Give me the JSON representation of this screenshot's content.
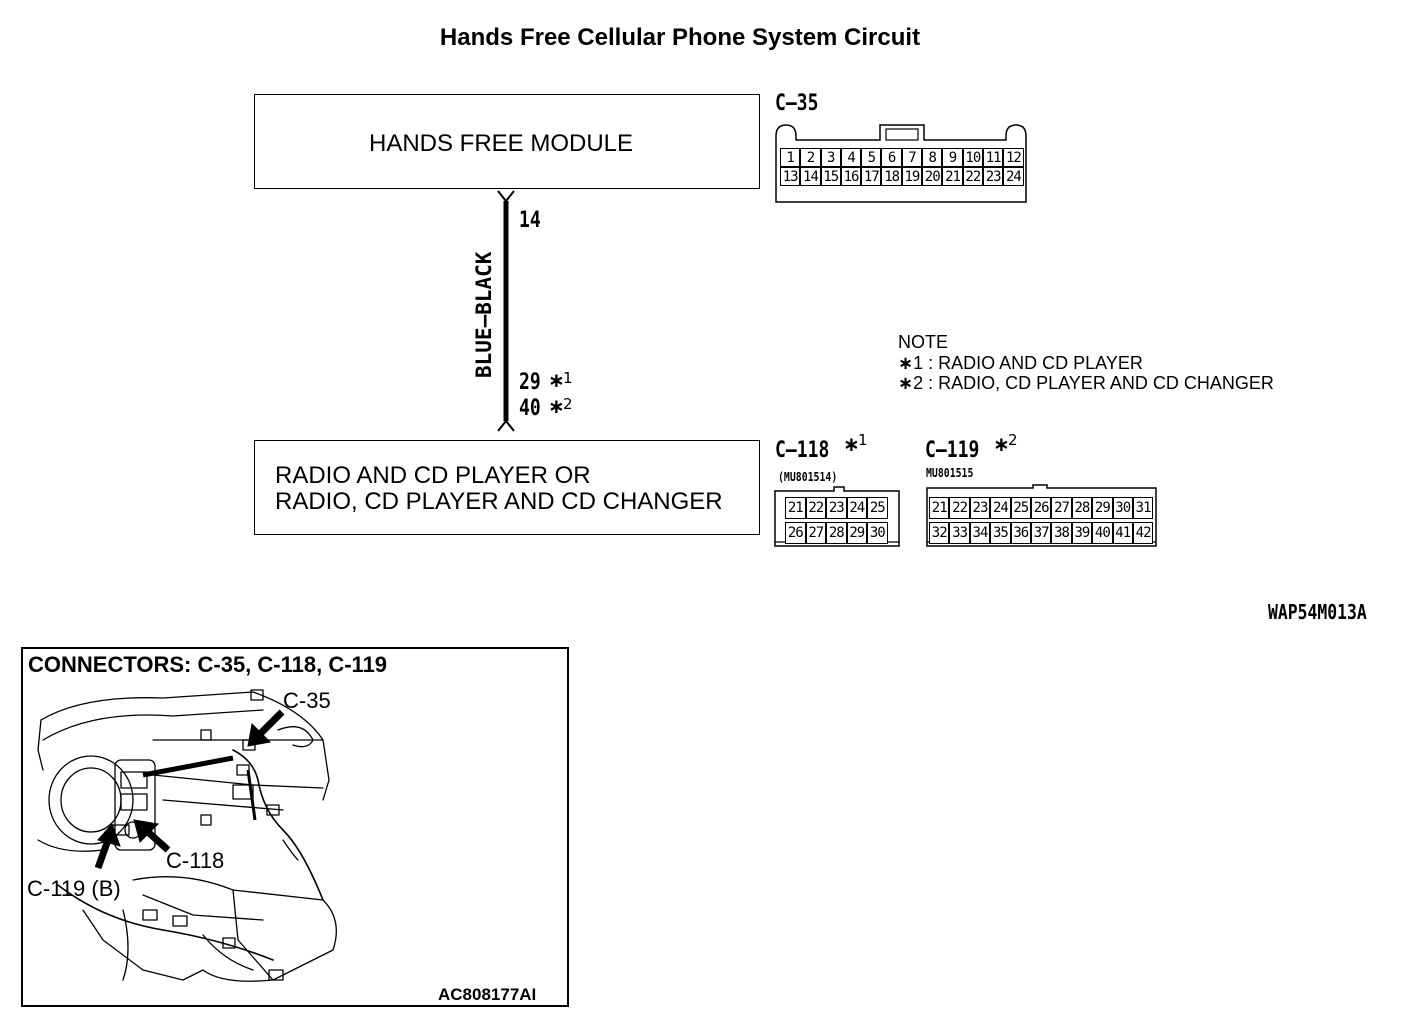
{
  "title": "Hands Free Cellular Phone System Circuit",
  "hands_free_module": {
    "label": "HANDS FREE MODULE"
  },
  "radio_unit": {
    "line1": "RADIO AND CD PLAYER OR",
    "line2": "RADIO, CD PLAYER AND CD CHANGER"
  },
  "wire": {
    "color_label": "BLUE–BLACK",
    "pin_top": "14",
    "pin_bottom_1": "29",
    "pin_bottom_2": "40"
  },
  "notes": {
    "heading": "NOTE",
    "items": [
      {
        "mark": "∗",
        "num": "1",
        "text": " : RADIO AND CD PLAYER"
      },
      {
        "mark": "∗",
        "num": "2",
        "text": " : RADIO, CD PLAYER AND CD CHANGER"
      }
    ]
  },
  "connectors": {
    "c35": {
      "label": "C–35",
      "row1": [
        "1",
        "2",
        "3",
        "4",
        "5",
        "6",
        "7",
        "8",
        "9",
        "10",
        "11",
        "12"
      ],
      "row2": [
        "13",
        "14",
        "15",
        "16",
        "17",
        "18",
        "19",
        "20",
        "21",
        "22",
        "23",
        "24"
      ]
    },
    "c118": {
      "label": "C–118",
      "mark": "∗",
      "sup": "1",
      "part": "(MU801514)",
      "row1": [
        "21",
        "22",
        "23",
        "24",
        "25"
      ],
      "row2": [
        "26",
        "27",
        "28",
        "29",
        "30"
      ]
    },
    "c119": {
      "label": "C–119",
      "mark": "∗",
      "sup": "2",
      "part": "MU801515",
      "row1": [
        "21",
        "22",
        "23",
        "24",
        "25",
        "26",
        "27",
        "28",
        "29",
        "30",
        "31"
      ],
      "row2": [
        "32",
        "33",
        "34",
        "35",
        "36",
        "37",
        "38",
        "39",
        "40",
        "41",
        "42"
      ]
    }
  },
  "figure_code": "WAP54M013A",
  "inset": {
    "title": "CONNECTORS: C-35, C-118, C-119",
    "labels": {
      "c35": "C-35",
      "c118": "C-118",
      "c119": "C-119 (B)"
    },
    "code": "AC808177AI"
  }
}
